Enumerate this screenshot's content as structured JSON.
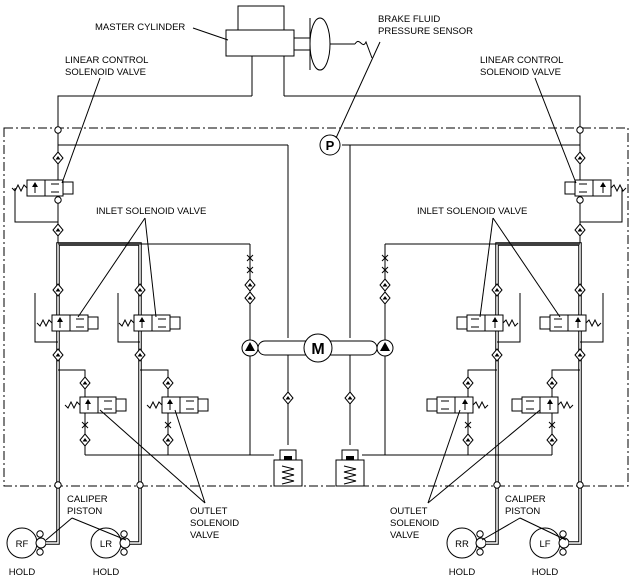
{
  "labels": {
    "master_cylinder": "MASTER CYLINDER",
    "brake_fluid_sensor_line1": "BRAKE FLUID",
    "brake_fluid_sensor_line2": "PRESSURE SENSOR",
    "linear_control_left_line1": "LINEAR CONTROL",
    "linear_control_left_line2": "SOLENOID VALVE",
    "linear_control_right_line1": "LINEAR CONTROL",
    "linear_control_right_line2": "SOLENOID VALVE",
    "inlet_left": "INLET SOLENOID VALVE",
    "inlet_right": "INLET SOLENOID VALVE",
    "outlet_left_line1": "OUTLET",
    "outlet_left_line2": "SOLENOID",
    "outlet_left_line3": "VALVE",
    "outlet_right_line1": "OUTLET",
    "outlet_right_line2": "SOLENOID",
    "outlet_right_line3": "VALVE",
    "caliper_left_line1": "CALIPER",
    "caliper_left_line2": "PISTON",
    "caliper_right_line1": "CALIPER",
    "caliper_right_line2": "PISTON",
    "motor": "M",
    "pressure": "P"
  },
  "wheels": [
    {
      "id": "RF",
      "state": "HOLD"
    },
    {
      "id": "LR",
      "state": "HOLD"
    },
    {
      "id": "RR",
      "state": "HOLD"
    },
    {
      "id": "LF",
      "state": "HOLD"
    }
  ]
}
